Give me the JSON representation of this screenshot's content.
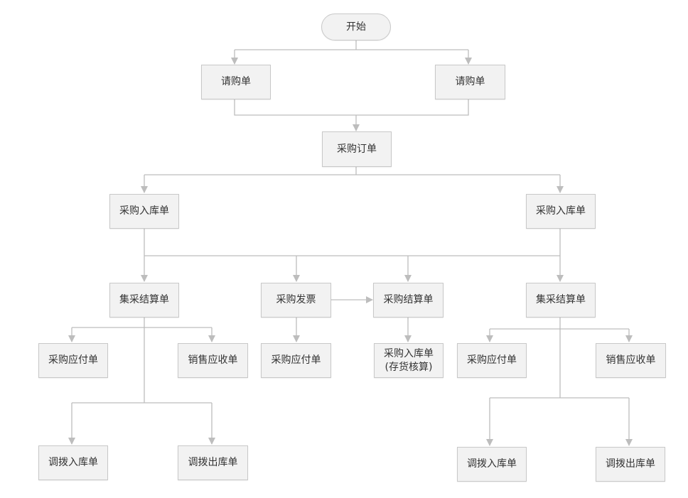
{
  "nodes": {
    "start": "开始",
    "req_left": "请购单",
    "req_right": "请购单",
    "po": "采购订单",
    "in_left": "采购入库单",
    "in_right": "采购入库单",
    "settle_left": "集采结算单",
    "invoice": "采购发票",
    "settle_mid": "采购结算单",
    "settle_right": "集采结算单",
    "pay_left": "采购应付单",
    "recv_left": "销售应收单",
    "pay_mid": "采购应付单",
    "in_cost": "采购入库单\n(存货核算)",
    "pay_right": "采购应付单",
    "recv_right": "销售应收单",
    "xfer_in_left": "调拨入库单",
    "xfer_out_left": "调拨出库单",
    "xfer_in_right": "调拨入库单",
    "xfer_out_right": "调拨出库单"
  }
}
